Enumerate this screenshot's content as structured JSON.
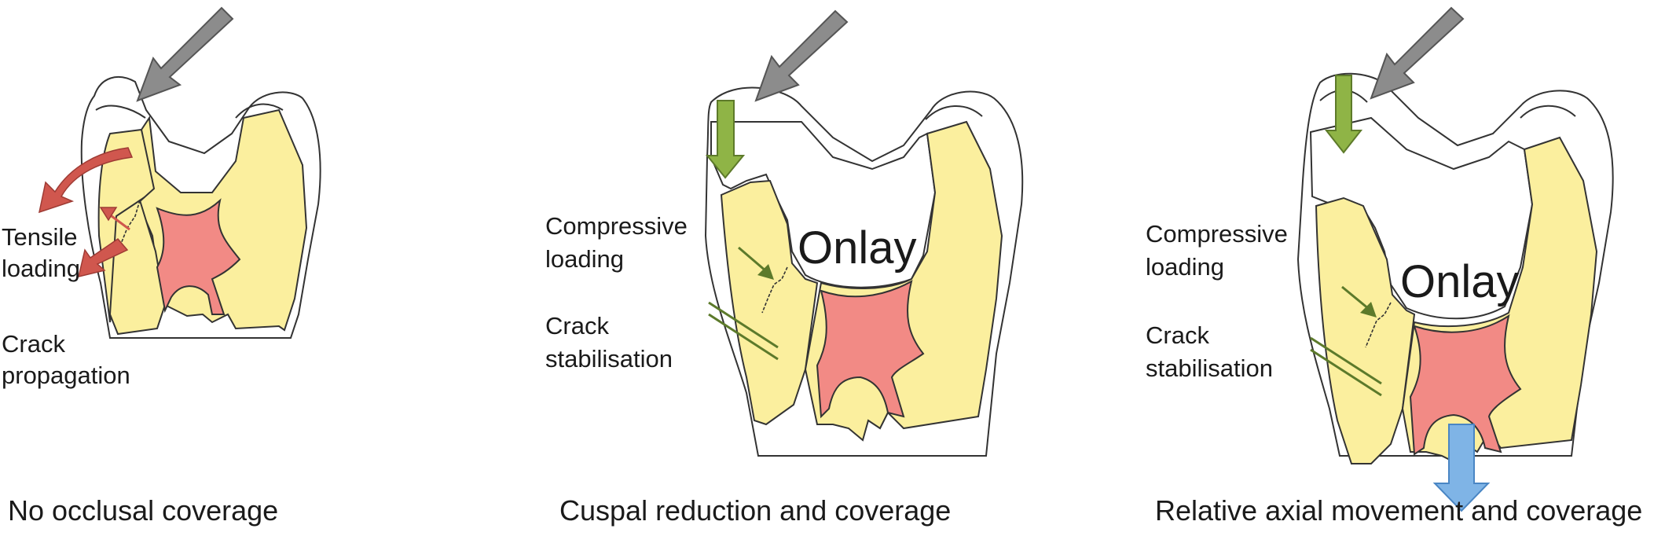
{
  "panels": [
    {
      "caption": "No occlusal coverage",
      "labels": [
        "Tensile",
        "loading",
        "Crack",
        "propagation"
      ]
    },
    {
      "caption": "Cuspal reduction and coverage",
      "restoration_label": "Onlay",
      "labels": [
        "Compressive",
        "loading",
        "Crack",
        "stabilisation"
      ]
    },
    {
      "caption": "Relative axial movement and coverage",
      "restoration_label": "Onlay",
      "labels": [
        "Compressive",
        "loading",
        "Crack",
        "stabilisation"
      ]
    }
  ],
  "colors": {
    "dentin": "#fbef9e",
    "pulp": "#f28a85",
    "load_arrow": "#8c8c8c",
    "compressive_arrow": "#8fb446",
    "tensile_arrow": "#d0574e",
    "movement_arrow": "#7fb4e6"
  }
}
